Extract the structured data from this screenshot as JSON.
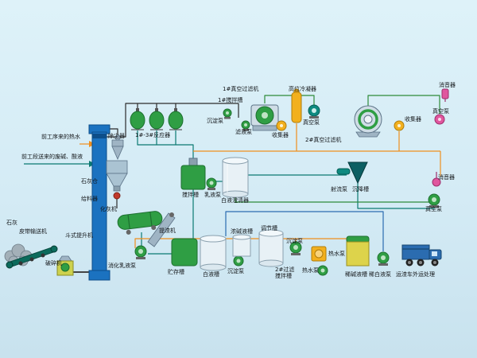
{
  "diagram": {
    "type": "process-flow-diagram",
    "subject": "lime / white liquor causticizing process flow",
    "background": "#d4ebf5",
    "labels": {
      "hot_water": "前工序来的热水",
      "waste_liquor": "前工段送来的废碱、酸液",
      "dust_collector": "除尘器",
      "lime_silo": "石灰仓",
      "feeder": "给料器",
      "lime_slaker": "化灰机",
      "bucket_elevator": "斗式提升机",
      "lime": "石灰",
      "belt_conveyor": "皮带输送机",
      "crusher": "破碎机",
      "digestion_pump": "消化乳液泵",
      "slag_extractor": "提渣机",
      "storage_tank": "贮存槽",
      "reactors": "1#-3#反应器",
      "mixing_tank": "搅拌槽",
      "emulsion_pump": "乳液泵",
      "clarifier": "白液澄清器",
      "mixer1": "1#搅拌槽",
      "sediment_pump_1": "沉淀泵",
      "filtrate_pump": "滤液泵",
      "vacuum_filter_1": "1#真空过滤机",
      "condenser": "高位冷凝器",
      "vacuum_pump_1": "真空泵",
      "collector_1": "收集器",
      "vacuum_filter_2": "2#真空过滤机",
      "collector_2": "收集器",
      "vacuum_pump_2": "真空泵",
      "muffler_1": "消音器",
      "jet_pump": "射流泵",
      "settling_tank": "沉降槽",
      "muffler_2": "消音器",
      "vacuum_pump_3": "真空泵",
      "white_liquor_tank": "白液槽",
      "sediment_pump_2": "沉淀泵",
      "conc_alkali_tank": "浓碱液槽",
      "regulating_tank": "调节槽",
      "sediment_pump_3": "沉淀泵",
      "filter_mixer_2": "2#过滤搅拌槽",
      "hot_water_pump_1": "热水泵",
      "hot_water_pump_2": "热水泵",
      "dilute_alkali_tank": "稀碱液槽",
      "dilute_white_pump": "稀白液泵",
      "truck_disposal": "运渣车外运处理"
    },
    "colors": {
      "equipment_green": "#2f9e44",
      "elevator_blue": "#1b72c0",
      "pipe_orange": "#ef8e1d",
      "pipe_teal": "#0b7a72",
      "pipe_green": "#2e8b3a",
      "pipe_black": "#2b2b2b",
      "pipe_blue": "#2b6cb0",
      "accent_yellow": "#f2b01e",
      "accent_pink": "#e0569e",
      "gray_equipment": "#9fb4c4",
      "truck_blue": "#2b6cb0"
    },
    "icons": {
      "pump-icon": "filled circle on base",
      "tank-icon": "upright cylinder",
      "reactor-icon": "dome-top green vessel",
      "silo-icon": "hopper with cone outlet",
      "cyclone-icon": "cone dust collector",
      "elevator-icon": "tall blue column",
      "filter-icon": "rotary drum circle",
      "conveyor-icon": "inclined belt",
      "truck-icon": "dump truck",
      "arrow-icon": "flow-direction triangle"
    }
  }
}
